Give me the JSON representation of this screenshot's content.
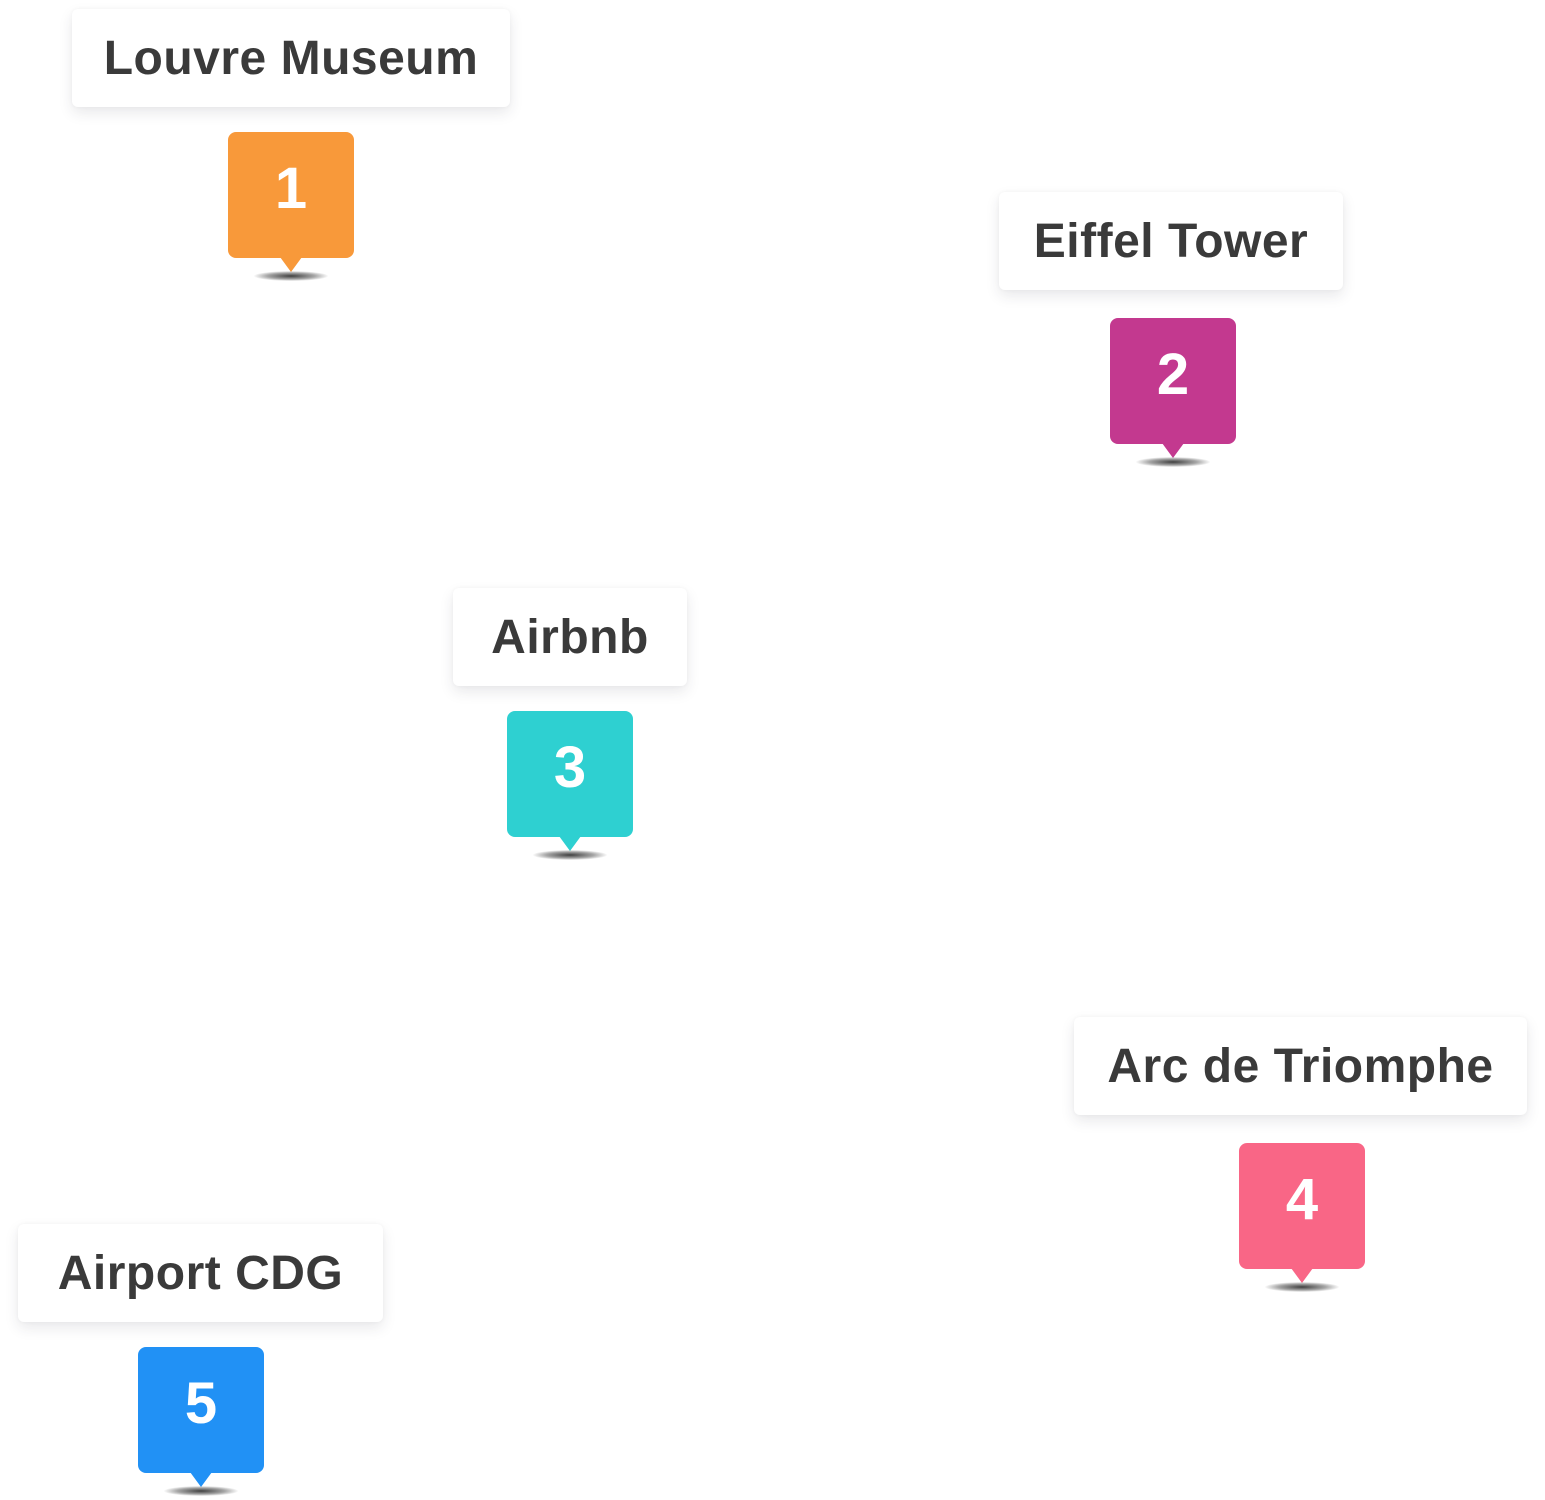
{
  "map": {
    "places": [
      {
        "number": "1",
        "name": "Louvre Museum",
        "color": "#F8993A"
      },
      {
        "number": "2",
        "name": "Eiffel Tower",
        "color": "#C3398F"
      },
      {
        "number": "3",
        "name": "Airbnb",
        "color": "#2ED0D1"
      },
      {
        "number": "4",
        "name": "Arc de Triomphe",
        "color": "#F96686"
      },
      {
        "number": "5",
        "name": "Airport CDG",
        "color": "#2191F5"
      }
    ]
  },
  "colors": {
    "label_text": "#3A3A3A",
    "label_background": "#FFFFFF",
    "marker_text": "#FFFFFF"
  }
}
